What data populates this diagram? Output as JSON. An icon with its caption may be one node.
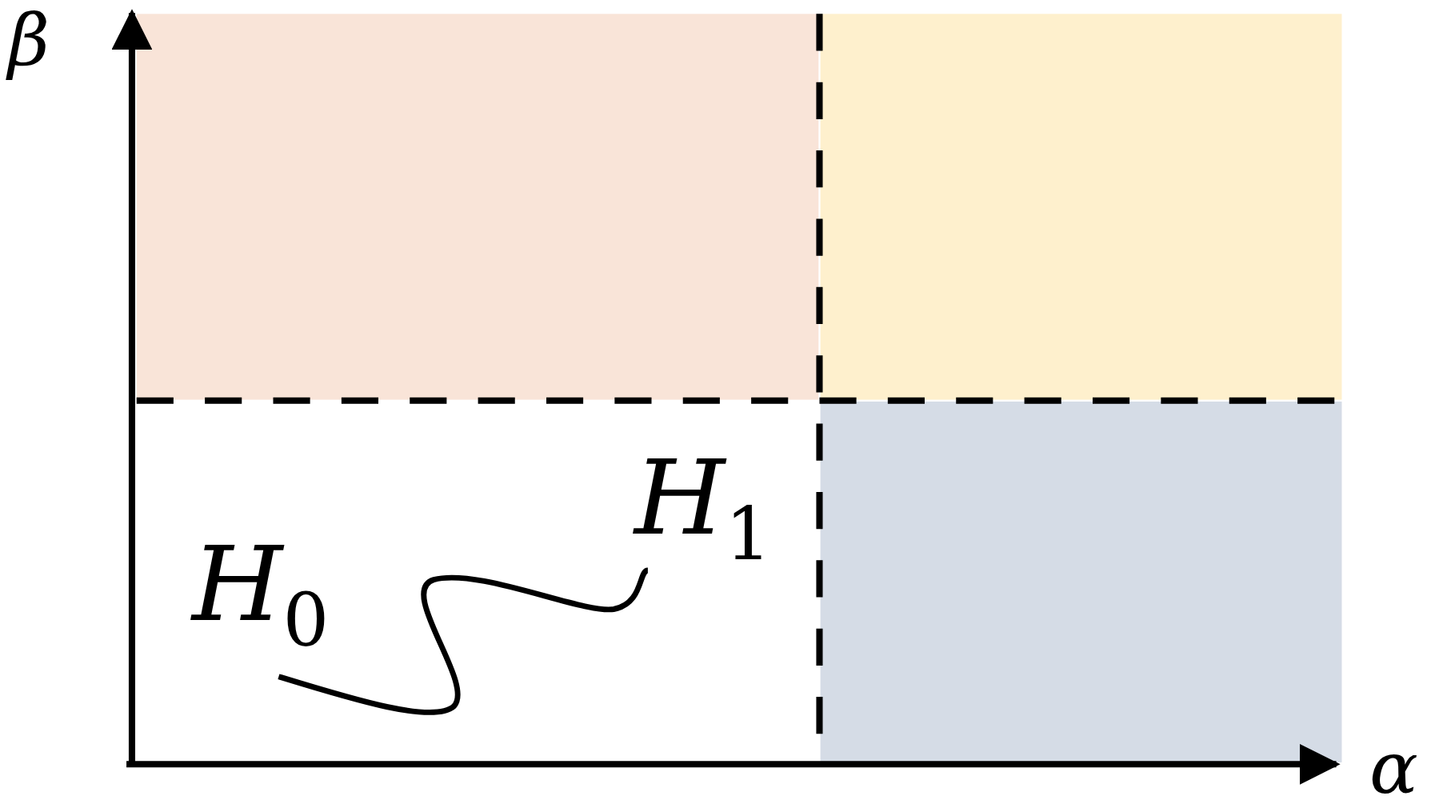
{
  "diagram": {
    "nodes": [
      {
        "text": [
          "H$_{0}$"
        ]
      },
      {
        "text": [
          "H$_{1}$"
        ]
      }
    ],
    "edges": [
      {
        "from": 0,
        "to": 1,
        "arrow": "none"
      }
    ],
    "labels": [
      "β",
      "α"
    ]
  }
}
